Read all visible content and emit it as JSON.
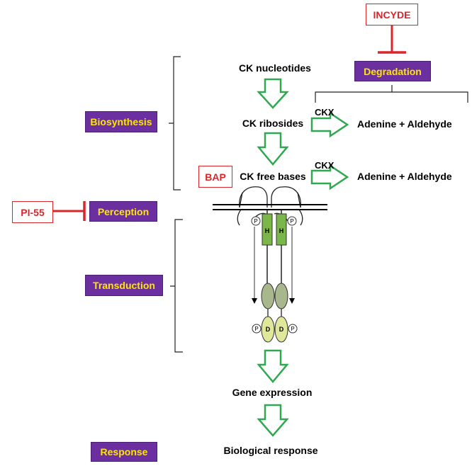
{
  "stages": {
    "biosynthesis": "Biosynthesis",
    "degradation": "Degradation",
    "perception": "Perception",
    "transduction": "Transduction",
    "response": "Response"
  },
  "inhibitors": {
    "incyde": "INCYDE",
    "bap": "BAP",
    "pi55": "PI-55"
  },
  "pathway": {
    "nucleotides": "CK nucleotides",
    "ribosides": "CK ribosides",
    "free_bases": "CK free bases",
    "gene_expression": "Gene expression",
    "biological_response": "Biological response"
  },
  "degradation": {
    "enzyme_1": "CKX",
    "enzyme_2": "CKX",
    "product_1": "Adenine + Aldehyde",
    "product_2": "Adenine + Aldehyde"
  },
  "receptor": {
    "h_left": "H",
    "h_right": "H",
    "d_left": "D",
    "d_right": "D",
    "p_1": "P",
    "p_2": "P",
    "p_3": "P",
    "p_4": "P"
  },
  "colors": {
    "stage_fill": "#6b2fa0",
    "stage_text": "#ffe600",
    "inhibitor": "#d9262a",
    "flow_arrow": "#2fa84f",
    "h_domain": "#7ab648",
    "mid_domain": "#a9b88c",
    "d_domain": "#dfe89a"
  }
}
